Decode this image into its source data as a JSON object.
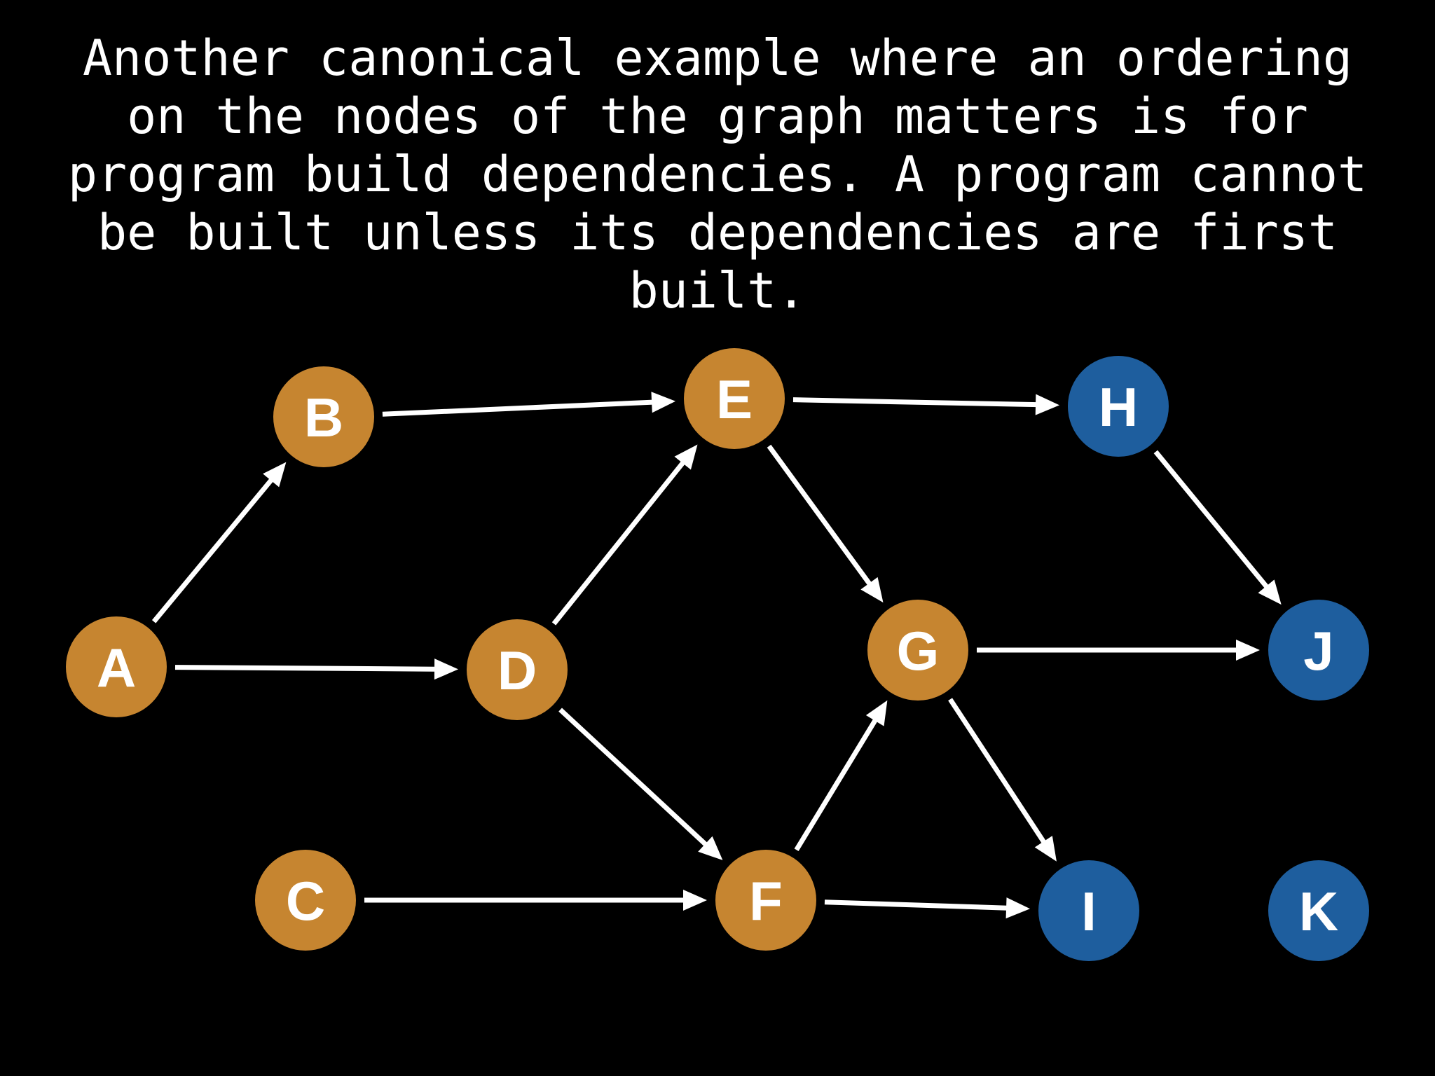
{
  "caption": "Another canonical example where an ordering\non the nodes of the graph matters is for\nprogram build dependencies. A program cannot\nbe built unless its dependencies are first\nbuilt.",
  "colors": {
    "background": "#000000",
    "text": "#ffffff",
    "arrow": "#ffffff",
    "node_orange": "#C68530",
    "node_blue": "#1E5E9E"
  },
  "graph": {
    "nodes": [
      {
        "id": "A",
        "label": "A",
        "color": "orange"
      },
      {
        "id": "B",
        "label": "B",
        "color": "orange"
      },
      {
        "id": "C",
        "label": "C",
        "color": "orange"
      },
      {
        "id": "D",
        "label": "D",
        "color": "orange"
      },
      {
        "id": "E",
        "label": "E",
        "color": "orange"
      },
      {
        "id": "F",
        "label": "F",
        "color": "orange"
      },
      {
        "id": "G",
        "label": "G",
        "color": "orange"
      },
      {
        "id": "H",
        "label": "H",
        "color": "blue"
      },
      {
        "id": "I",
        "label": "I",
        "color": "blue"
      },
      {
        "id": "J",
        "label": "J",
        "color": "blue"
      },
      {
        "id": "K",
        "label": "K",
        "color": "blue"
      }
    ],
    "edges": [
      {
        "from": "A",
        "to": "B"
      },
      {
        "from": "A",
        "to": "D"
      },
      {
        "from": "B",
        "to": "E"
      },
      {
        "from": "C",
        "to": "F"
      },
      {
        "from": "D",
        "to": "E"
      },
      {
        "from": "D",
        "to": "F"
      },
      {
        "from": "E",
        "to": "H"
      },
      {
        "from": "E",
        "to": "G"
      },
      {
        "from": "F",
        "to": "G"
      },
      {
        "from": "F",
        "to": "I"
      },
      {
        "from": "G",
        "to": "J"
      },
      {
        "from": "G",
        "to": "I"
      },
      {
        "from": "H",
        "to": "J"
      }
    ]
  }
}
